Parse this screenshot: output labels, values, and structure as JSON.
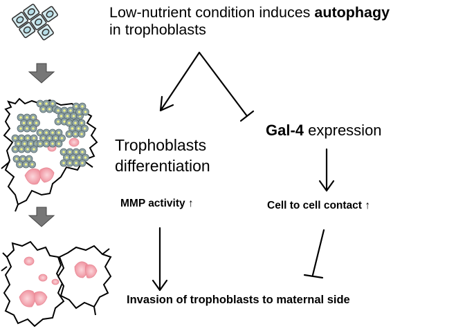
{
  "title": {
    "line1_prefix": "Low-nutrient condition induces ",
    "line1_bold": "autophagy",
    "line2": "in trophoblasts"
  },
  "differentiation": {
    "line1": "Trophoblasts",
    "line2": "differentiation"
  },
  "gal4": {
    "bold": "Gal-4",
    "rest": " expression"
  },
  "mmp": "MMP activity ↑",
  "contact": "Cell to cell contact ↑",
  "invasion": "Invasion of trophoblasts to maternal side",
  "colors": {
    "cell_fill": "#d6ecf0",
    "cell_stroke": "#333333",
    "vesicle_fill": "#8fa3a6",
    "vesicle_dot": "#eef08a",
    "nucleus_fill": "#f4a6b0",
    "step_arrow": "#777777",
    "line": "#000000"
  }
}
